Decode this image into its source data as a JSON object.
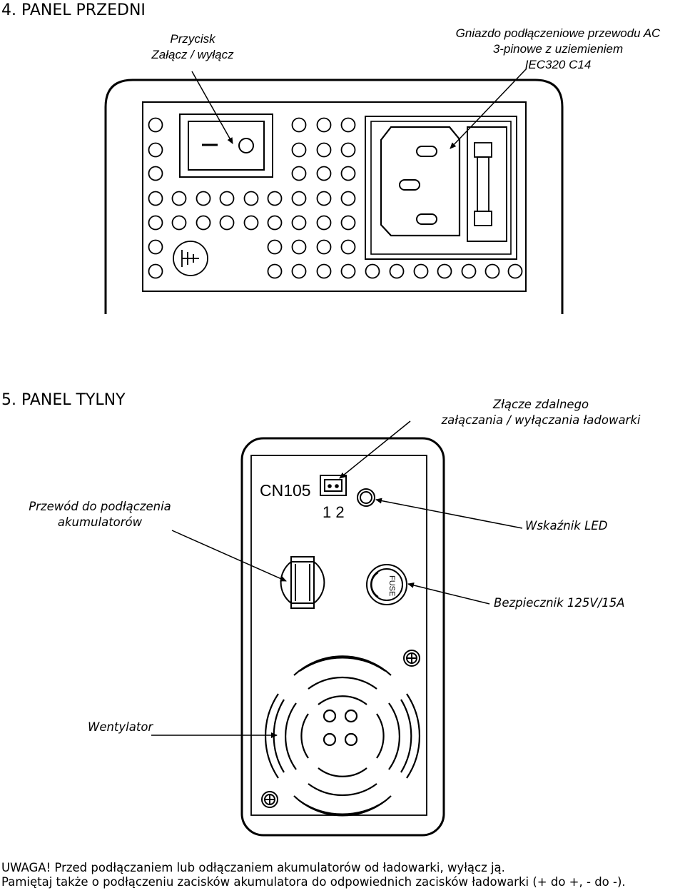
{
  "front_panel": {
    "heading": "4.  PANEL PRZEDNI",
    "switch_label_line1": "Przycisk",
    "switch_label_line2": "Załącz / wyłącz",
    "socket_label_line1": "Gniazdo podłączeniowe przewodu AC",
    "socket_label_line2": "3-pinowe z uziemieniem",
    "socket_label_line3": "IEC320 C14"
  },
  "rear_panel": {
    "heading": "5.  PANEL TYLNY",
    "remote_label_line1": "Złącze zdalnego",
    "remote_label_line2": "załączania / wyłączania ładowarki",
    "cable_label_line1": "Przewód do podłączenia",
    "cable_label_line2": "akumulatorów",
    "led_label": "Wskaźnik LED",
    "fuse_label": "Bezpiecznik 125V/15A",
    "fan_label": "Wentylator",
    "connector_code": "CN105",
    "connector_pins": "1 2",
    "fuse_text": "FUSE"
  },
  "warning": {
    "line1": "UWAGA! Przed podłączaniem lub odłączaniem akumulatorów od ładowarki, wyłącz ją.",
    "line2": "Pamiętaj także o podłączeniu zacisków akumulatora do odpowiednich zacisków ładowarki (+ do +, - do -)."
  }
}
